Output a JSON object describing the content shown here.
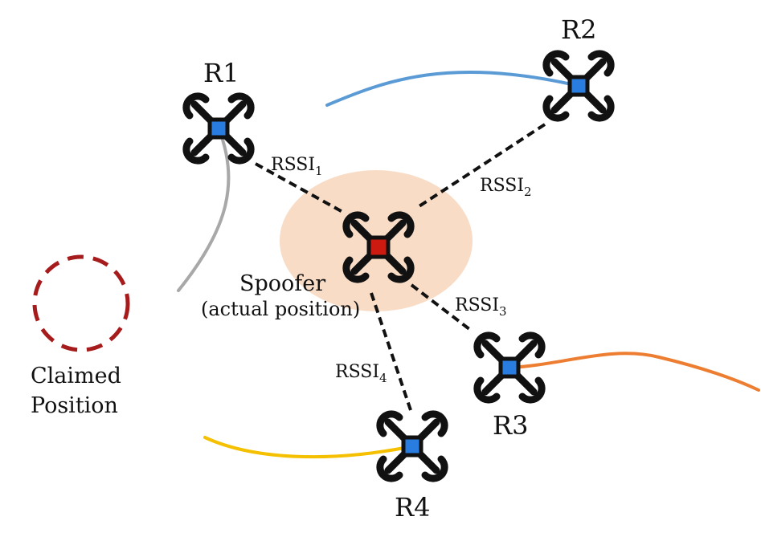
{
  "drones": {
    "r1": {
      "label": "R1"
    },
    "r2": {
      "label": "R2"
    },
    "r3": {
      "label": "R3"
    },
    "r4": {
      "label": "R4"
    }
  },
  "spoofer": {
    "label": "Spoofer",
    "note": "(actual position)"
  },
  "claimed": {
    "line1": "Claimed",
    "line2": "Position"
  },
  "rssi": {
    "r1": {
      "base": "RSSI",
      "sub": "1"
    },
    "r2": {
      "base": "RSSI",
      "sub": "2"
    },
    "r3": {
      "base": "RSSI",
      "sub": "3"
    },
    "r4": {
      "base": "RSSI",
      "sub": "4"
    }
  },
  "colors": {
    "spoofer_body": "#cc1a10",
    "receiver_body": "#2a7de0",
    "halo": "#f8dcc6",
    "claimed_circle": "#a61b1b",
    "r1_path": "#a8a8a8",
    "r2_path": "#5b9bd5",
    "r3_path": "#ed7d31",
    "r4_path": "#f5c000"
  }
}
